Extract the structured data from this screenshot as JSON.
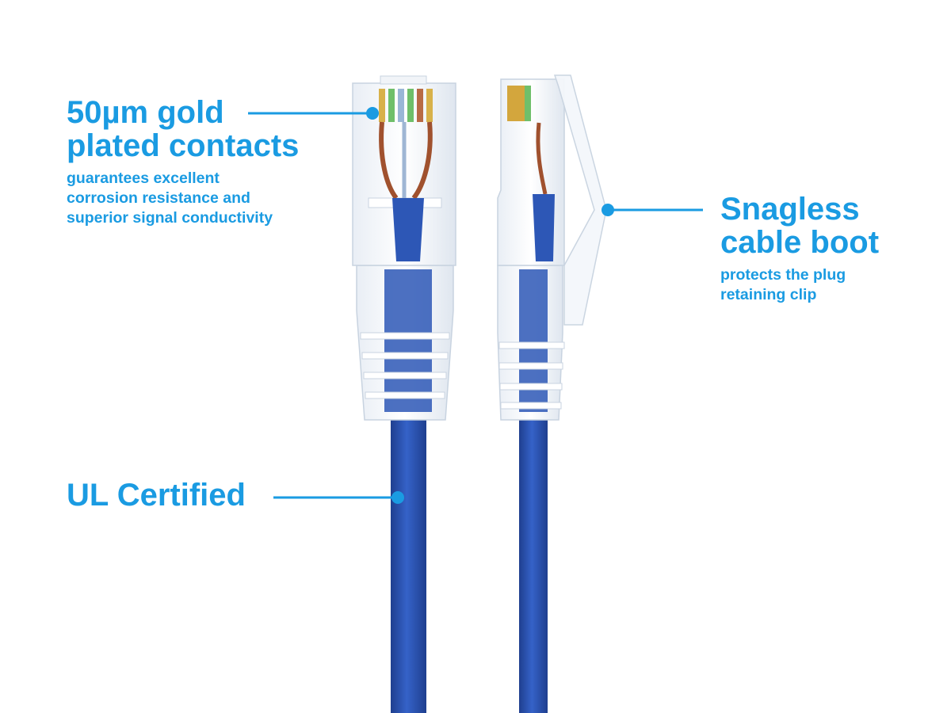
{
  "callouts": {
    "contacts": {
      "headline": [
        "50µm gold",
        "plated contacts"
      ],
      "description": [
        "guarantees excellent",
        "corrosion resistance and",
        "superior signal conductivity"
      ]
    },
    "boot": {
      "headline": [
        "Snagless",
        "cable boot"
      ],
      "description": [
        "protects the plug",
        "retaining clip"
      ]
    },
    "ul": {
      "headline": [
        "UL Certified"
      ]
    }
  },
  "colors": {
    "accent": "#1a9be2",
    "cable": "#2d57b6",
    "cable_dark": "#1f3f8f",
    "background": "#ffffff"
  }
}
